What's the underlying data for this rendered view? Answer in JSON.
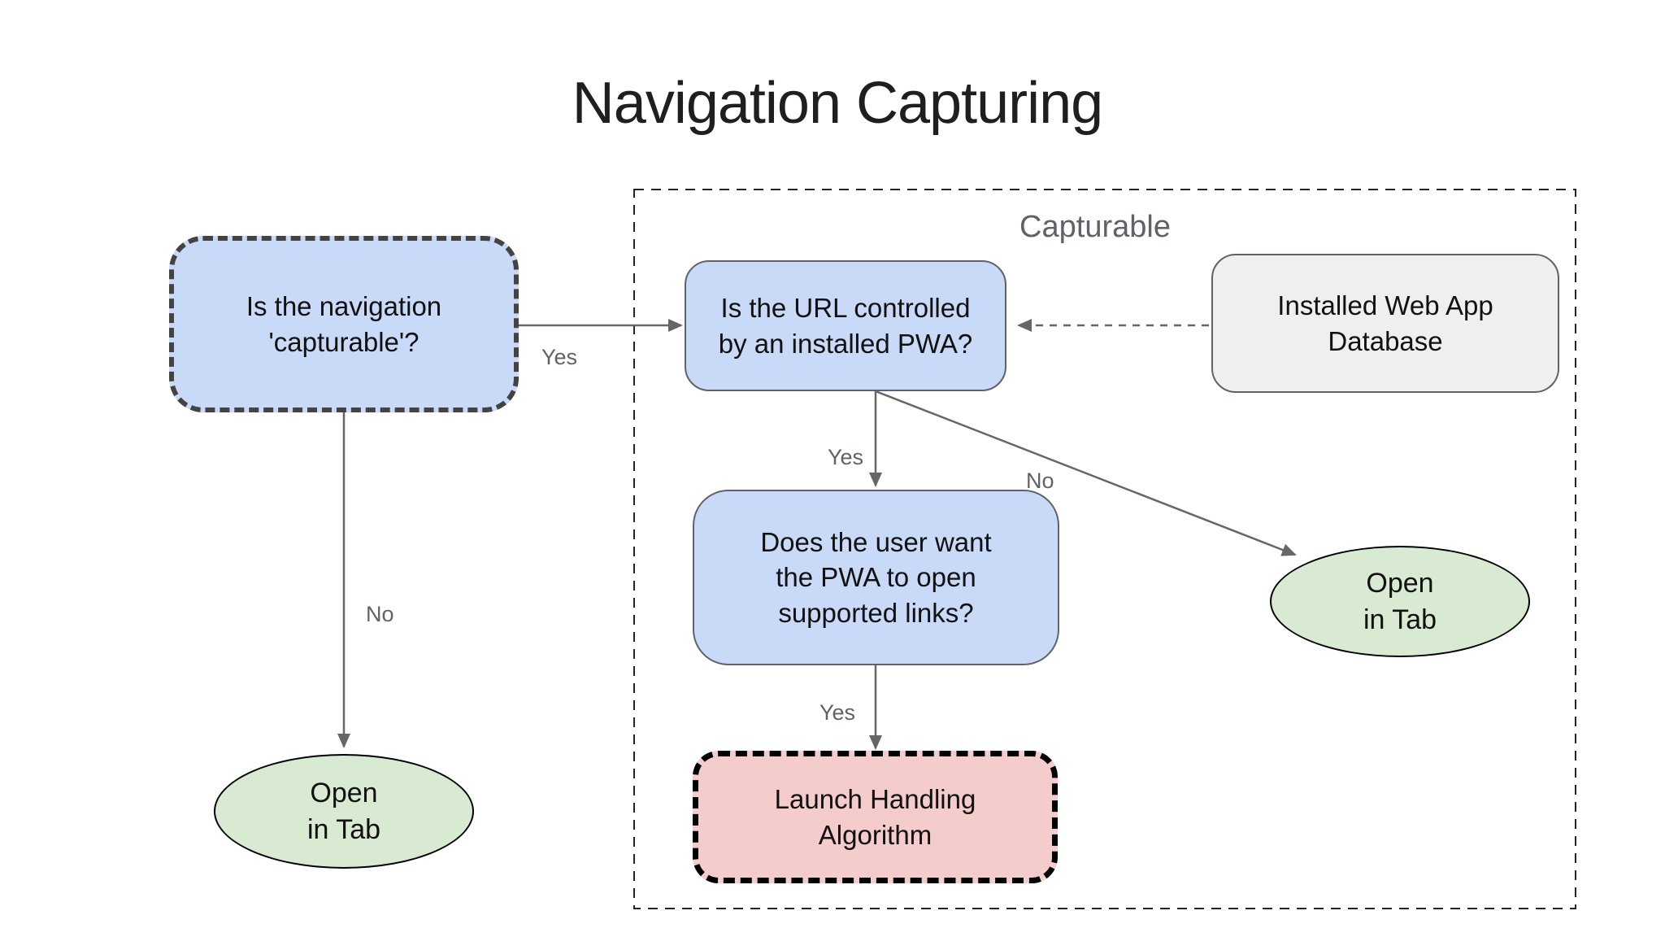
{
  "title": "Navigation Capturing",
  "colors": {
    "node-blue": "#c9daf8",
    "node-green": "#d9ead3",
    "node-pink": "#f4cccc",
    "node-gray": "#efefef",
    "border-gray": "#5f6368",
    "border-dark": "#434343",
    "border-black": "#000000",
    "arrow-gray": "#666666",
    "label-gray": "#5f6368",
    "text-dark": "#111111",
    "title-color": "#1f1f1f"
  },
  "group": {
    "label": "Capturable"
  },
  "nodes": {
    "capturable_question": {
      "label": "Is the navigation\n'capturable'?",
      "shape": "rounded-rect",
      "style": "blue fill, dark dashed border"
    },
    "url_controlled_question": {
      "label": "Is the URL controlled\nby an installed PWA?",
      "shape": "rounded-rect",
      "style": "blue fill, solid border"
    },
    "installed_db": {
      "label": "Installed Web App\nDatabase",
      "shape": "rounded-rect",
      "style": "gray fill, solid border"
    },
    "user_want_question": {
      "label": "Does the user want\nthe PWA to open\nsupported links?",
      "shape": "rounded-rect",
      "style": "blue fill, solid border"
    },
    "launch_handling": {
      "label": "Launch Handling\nAlgorithm",
      "shape": "rounded-rect",
      "style": "pink fill, black dashed border"
    },
    "open_in_tab_left": {
      "label": "Open\nin Tab",
      "shape": "ellipse",
      "style": "green fill"
    },
    "open_in_tab_right": {
      "label": "Open\nin Tab",
      "shape": "ellipse",
      "style": "green fill"
    }
  },
  "edges": [
    {
      "label": "Yes",
      "from": "capturable_question",
      "to": "url_controlled_question",
      "line": "solid"
    },
    {
      "label": "No",
      "from": "capturable_question",
      "to": "open_in_tab_left",
      "line": "solid"
    },
    {
      "label": "Yes",
      "from": "url_controlled_question",
      "to": "user_want_question",
      "line": "solid"
    },
    {
      "label": "No",
      "from": "url_controlled_question",
      "to": "open_in_tab_right",
      "line": "solid"
    },
    {
      "label": "Yes",
      "from": "user_want_question",
      "to": "launch_handling",
      "line": "solid"
    },
    {
      "label": "",
      "from": "installed_db",
      "to": "url_controlled_question",
      "line": "dashed"
    }
  ]
}
